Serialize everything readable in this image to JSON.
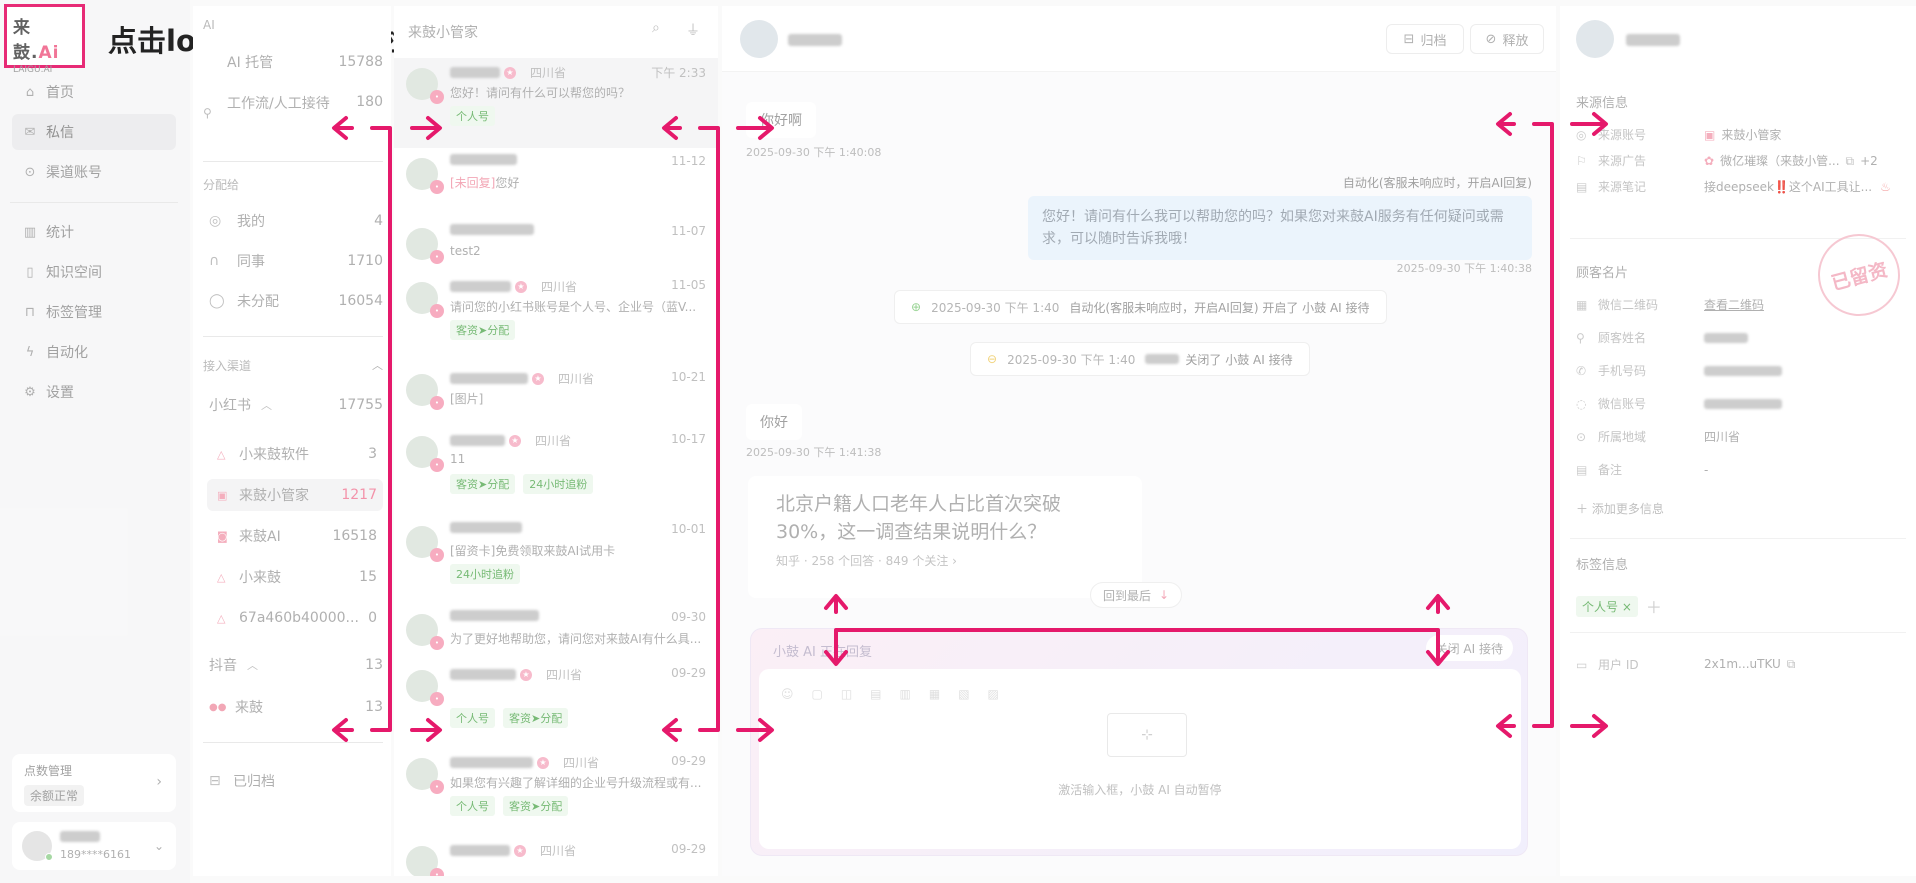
{
  "annotation": {
    "title": "点击logo可收起导航栏"
  },
  "logo": {
    "main": "来鼓",
    "dot": ".",
    "ai": "Ai",
    "sub": "LAIGU.AI"
  },
  "nav": {
    "items": [
      {
        "label": "首页",
        "icon": "home-icon"
      },
      {
        "label": "私信",
        "icon": "mail-icon"
      },
      {
        "label": "渠道账号",
        "icon": "location-pin-icon"
      },
      {
        "label": "统计",
        "icon": "bar-chart-icon"
      },
      {
        "label": "知识空间",
        "icon": "book-icon"
      },
      {
        "label": "标签管理",
        "icon": "bookmark-icon"
      },
      {
        "label": "自动化",
        "icon": "lightning-icon"
      },
      {
        "label": "设置",
        "icon": "gear-icon"
      }
    ],
    "points": {
      "title": "点数管理",
      "status": "余额正常"
    },
    "user": {
      "phone": "189****6161"
    }
  },
  "conversations_filter": {
    "ai_label": "AI",
    "ai_hosting": {
      "label": "AI 托管",
      "count": "15788"
    },
    "workflow": {
      "label": "工作流/人工接待",
      "count": "180"
    },
    "assign_title": "分配给",
    "assign": [
      {
        "label": "我的",
        "count": "4",
        "icon": "target-icon"
      },
      {
        "label": "同事",
        "count": "1710",
        "icon": "headset-icon"
      },
      {
        "label": "未分配",
        "count": "16054",
        "icon": "chat-bubble-icon"
      }
    ],
    "channels_title": "接入渠道",
    "xiaohongshu": {
      "label": "小红书",
      "count": "17755"
    },
    "xhs_accounts": [
      {
        "label": "小来鼓软件",
        "count": "3",
        "active": false
      },
      {
        "label": "来鼓小管家",
        "count": "1217",
        "active": true
      },
      {
        "label": "来鼓AI",
        "count": "16518",
        "active": false
      },
      {
        "label": "小来鼓",
        "count": "15",
        "active": false
      },
      {
        "label": "67a460b40000...",
        "count": "0",
        "active": false
      }
    ],
    "douyin": {
      "label": "抖音",
      "count": "13"
    },
    "douyin_accounts": [
      {
        "label": "来鼓",
        "count": "13"
      }
    ],
    "archived": "已归档"
  },
  "message_list": {
    "header": "来鼓小管家",
    "items": [
      {
        "region": "四川省",
        "time": "下午 2:33",
        "preview": "您好！请问有什么可以帮您的吗？",
        "tags": [
          "个人号"
        ]
      },
      {
        "region": "",
        "time": "11-12",
        "preview": "您好",
        "prefix": "[未回复]",
        "tags": []
      },
      {
        "region": "",
        "time": "11-07",
        "preview": "test2",
        "tags": []
      },
      {
        "region": "四川省",
        "time": "11-05",
        "preview": "请问您的小红书账号是个人号、企业号（蓝V...",
        "tags": [
          "客资➤分配"
        ]
      },
      {
        "region": "四川省",
        "time": "10-21",
        "preview": "[图片]",
        "tags": []
      },
      {
        "region": "四川省",
        "time": "10-17",
        "preview": "11",
        "tags": [
          "客资➤分配",
          "24小时追粉"
        ]
      },
      {
        "region": "",
        "time": "10-01",
        "preview": "[留资卡]免费领取来鼓AI试用卡",
        "tags": [
          "24小时追粉"
        ]
      },
      {
        "region": "",
        "time": "09-30",
        "preview": "为了更好地帮助您，请问您对来鼓AI有什么具...",
        "tags": []
      },
      {
        "region": "四川省",
        "time": "09-29",
        "preview": "",
        "tags": [
          "个人号",
          "客资➤分配"
        ]
      },
      {
        "region": "四川省",
        "time": "09-29",
        "preview": "如果您有兴趣了解详细的企业号升级流程或有...",
        "tags": [
          "个人号",
          "客资➤分配"
        ]
      },
      {
        "region": "四川省",
        "time": "09-29",
        "preview": "",
        "tags": []
      }
    ]
  },
  "chat": {
    "buttons": {
      "archive": "归档",
      "release": "释放"
    },
    "msg1": {
      "text": "你好啊",
      "time": "2025-09-30 下午 1:40:08"
    },
    "auto_label": "自动化(客服未响应时，开启AI回复)",
    "reply": {
      "text": "您好！请问有什么我可以帮助您的吗？如果您对来鼓AI服务有任何疑问或需求，可以随时告诉我哦！",
      "time": "2025-09-30 下午 1:40:38"
    },
    "sys1": {
      "time": "2025-09-30 下午 1:40",
      "text": "自动化(客服未响应时，开启AI回复) 开启了 小鼓 AI 接待"
    },
    "sys2": {
      "time": "2025-09-30 下午 1:40",
      "text": "关闭了 小鼓 AI 接待"
    },
    "msg2": {
      "text": "你好",
      "time": "2025-09-30 下午 1:41:38"
    },
    "card": {
      "title": "北京户籍人口老年人占比首次突破30%，这一调查结果说明什么？",
      "meta": "知乎 · 258 个回答 · 849 个关注 ›"
    },
    "back_to_latest": "回到最后",
    "composer": {
      "ai_label": "小鼓 AI 正在回复",
      "ai_btn": "关闭 AI 接待",
      "hint": "激活输入框，小鼓 AI 自动暂停"
    }
  },
  "customer": {
    "source_title": "来源信息",
    "source": [
      {
        "k": "来源账号",
        "v": "来鼓小管家",
        "icon": "user-circle-icon"
      },
      {
        "k": "来源广告",
        "v": "微亿璀璨（来鼓小管...",
        "extra": "+2",
        "icon": "flag-icon"
      },
      {
        "k": "来源笔记",
        "v": "接deepseek‼️这个AI工具让...",
        "icon": "note-icon"
      }
    ],
    "card_title": "顾客名片",
    "stamp": "已留资",
    "card": [
      {
        "k": "微信二维码",
        "v": "查看二维码",
        "icon": "qrcode-icon"
      },
      {
        "k": "顾客姓名",
        "v": "",
        "icon": "person-icon"
      },
      {
        "k": "手机号码",
        "v": "",
        "icon": "phone-icon"
      },
      {
        "k": "微信账号",
        "v": "",
        "icon": "wechat-icon"
      },
      {
        "k": "所属地域",
        "v": "四川省",
        "icon": "location-pin-icon"
      },
      {
        "k": "备注",
        "v": "-",
        "icon": "note-icon"
      }
    ],
    "add_more": "添加更多信息",
    "tags_title": "标签信息",
    "tag": "个人号",
    "user_id": {
      "k": "用户 ID",
      "v": "2x1m...uTKU"
    }
  }
}
